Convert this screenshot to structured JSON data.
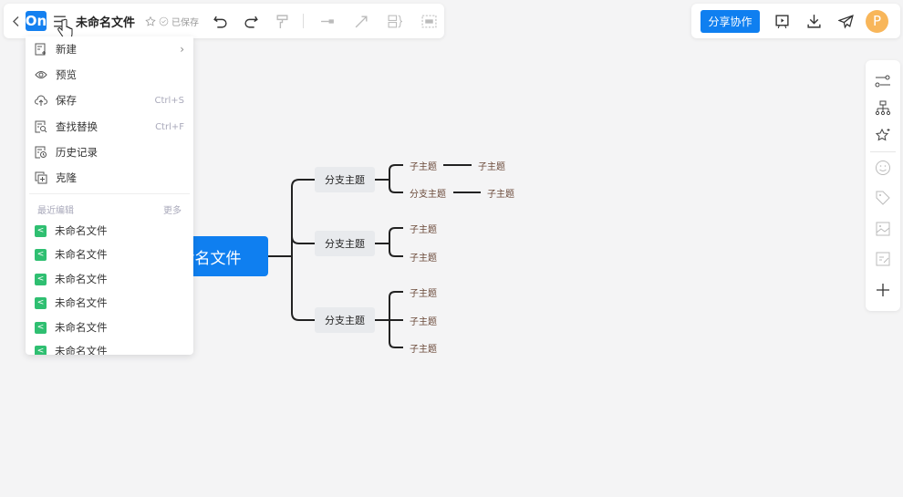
{
  "toolbar": {
    "logo": "On",
    "title": "未命名文件",
    "saved": "已保存",
    "share": "分享协作",
    "avatar": "P"
  },
  "menu": {
    "items": [
      {
        "label": "新建",
        "shortcut": "",
        "icon": "new-file-icon"
      },
      {
        "label": "预览",
        "shortcut": "",
        "icon": "eye-icon"
      },
      {
        "label": "保存",
        "shortcut": "Ctrl+S",
        "icon": "cloud-upload-icon"
      },
      {
        "label": "查找替换",
        "shortcut": "Ctrl+F",
        "icon": "find-replace-icon"
      },
      {
        "label": "历史记录",
        "shortcut": "",
        "icon": "history-icon"
      },
      {
        "label": "克隆",
        "shortcut": "",
        "icon": "clone-icon"
      }
    ],
    "recent_header": "最近编辑",
    "more": "更多",
    "recent": [
      "未命名文件",
      "未命名文件",
      "未命名文件",
      "未命名文件",
      "未命名文件",
      "未命名文件"
    ]
  },
  "mindmap": {
    "root": "未命名文件",
    "branches": [
      {
        "label": "分支主题",
        "children": [
          {
            "label": "子主题",
            "child": "子主题"
          },
          {
            "label": "分支主题",
            "child": "子主题"
          }
        ]
      },
      {
        "label": "分支主题",
        "children": [
          {
            "label": "子主题"
          },
          {
            "label": "子主题"
          }
        ]
      },
      {
        "label": "分支主题",
        "children": [
          {
            "label": "子主题"
          },
          {
            "label": "子主题"
          },
          {
            "label": "子主题"
          }
        ]
      }
    ]
  },
  "colors": {
    "accent": "#0f7ff0",
    "file_icon": "#2fbf71",
    "avatar": "#f8b65a"
  }
}
